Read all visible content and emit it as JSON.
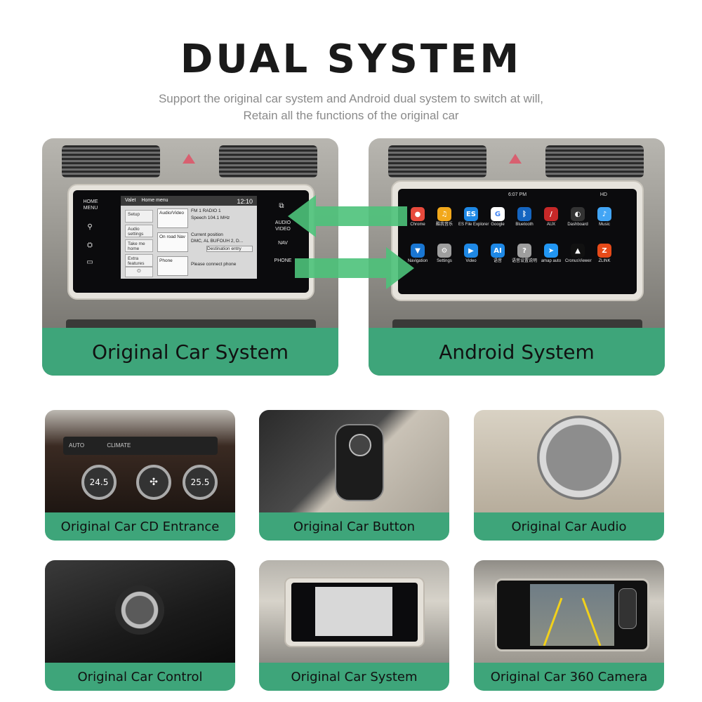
{
  "header": {
    "title": "DUAL SYSTEM",
    "subtitle_line1": "Support the original car system and Android dual system to switch at will,",
    "subtitle_line2": "Retain all the functions of the original car"
  },
  "left_panel": {
    "label": "Original Car System",
    "side_buttons_left": [
      "HOME MENU"
    ],
    "side_buttons_right": [
      "AUDIO VIDEO",
      "NAV",
      "PHONE"
    ],
    "screen": {
      "top_tab": "Valet",
      "menu_title": "Home menu",
      "clock": "12:10",
      "menu_items": [
        "Setup",
        "Audio settings",
        "Take me home",
        "Extra features"
      ],
      "tiles": [
        "Audio/Video",
        "On road Nav",
        "Phone"
      ],
      "info": [
        "FM 1   RADIO 1",
        "Speech   104.1 MHz",
        "Current position",
        "DMC, AL BUFOUH 2, D...",
        "Destination entry",
        "Please connect phone"
      ]
    }
  },
  "right_panel": {
    "label": "Android System",
    "screen": {
      "status_time": "6:07 PM",
      "status_hd": "HD",
      "apps_row1": [
        {
          "name": "Chrome",
          "icon": "chrome-icon",
          "color": "#e84a3c",
          "glyph": "●"
        },
        {
          "name": "酷我音乐",
          "icon": "kuwo-music-icon",
          "color": "#f2a81b",
          "glyph": "♫"
        },
        {
          "name": "ES File Explorer",
          "icon": "es-file-icon",
          "color": "#1e88e5",
          "glyph": "ES"
        },
        {
          "name": "Google",
          "icon": "google-icon",
          "color": "#ffffff",
          "glyph": "G"
        },
        {
          "name": "Bluetooth",
          "icon": "bluetooth-icon",
          "color": "#1565c0",
          "glyph": "ᛒ"
        },
        {
          "name": "AUX",
          "icon": "aux-icon",
          "color": "#c62828",
          "glyph": "/"
        },
        {
          "name": "Dashboard",
          "icon": "dashboard-icon",
          "color": "#333333",
          "glyph": "◐"
        },
        {
          "name": "Music",
          "icon": "music-icon",
          "color": "#42a5f5",
          "glyph": "♪"
        }
      ],
      "apps_row2": [
        {
          "name": "Navigation",
          "icon": "navigation-icon",
          "color": "#1976d2",
          "glyph": "▼"
        },
        {
          "name": "Settings",
          "icon": "settings-icon",
          "color": "#9e9e9e",
          "glyph": "⚙"
        },
        {
          "name": "Video",
          "icon": "video-icon",
          "color": "#1e88e5",
          "glyph": "▶"
        },
        {
          "name": "语音",
          "icon": "voice-icon",
          "color": "#1e88e5",
          "glyph": "AI"
        },
        {
          "name": "语音设置说明",
          "icon": "voice-help-icon",
          "color": "#9e9e9e",
          "glyph": "?"
        },
        {
          "name": "amap auto",
          "icon": "amap-icon",
          "color": "#2196f3",
          "glyph": "➤"
        },
        {
          "name": "CronusViewer",
          "icon": "cronus-viewer-icon",
          "color": "#111111",
          "glyph": "▲"
        },
        {
          "name": "ZLINK",
          "icon": "zlink-icon",
          "color": "#e64a19",
          "glyph": "Z"
        }
      ]
    }
  },
  "cards": [
    {
      "label": "Original Car CD Entrance",
      "name": "card-cd-entrance"
    },
    {
      "label": "Original Car Button",
      "name": "card-button"
    },
    {
      "label": "Original Car Audio",
      "name": "card-audio"
    },
    {
      "label": "Original Car Control",
      "name": "card-control"
    },
    {
      "label": "Original Car System",
      "name": "card-system"
    },
    {
      "label": "Original Car 360 Camera",
      "name": "card-360-camera"
    }
  ],
  "climate_display": {
    "left_temp": "24.5",
    "right_temp": "25.5",
    "auto": "AUTO",
    "climate": "CLIMATE"
  },
  "colors": {
    "accent_green": "#3ea57a",
    "arrow_green": "#3fbf6f"
  }
}
